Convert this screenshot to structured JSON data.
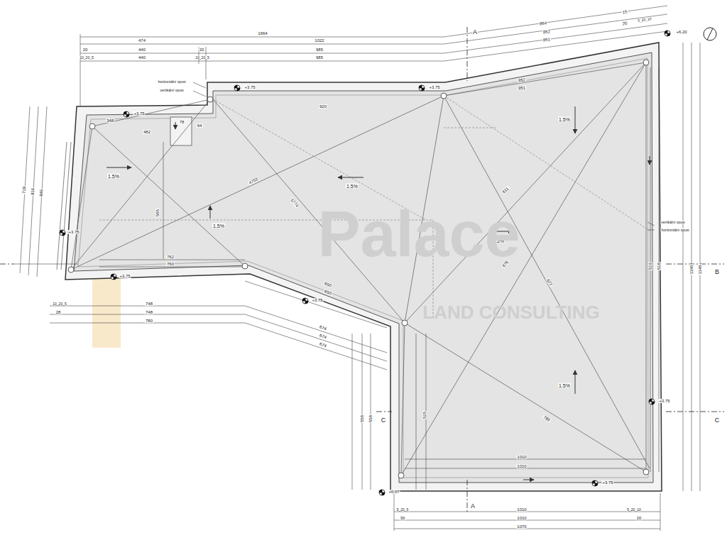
{
  "diagram": {
    "labels": [
      "1664",
      "474",
      "1022",
      "20",
      "440",
      "20",
      "985",
      "10_20_5",
      "440",
      "10_20_5",
      "985",
      "864",
      "15",
      "5_20_10",
      "852",
      "20",
      "851",
      "+6.20",
      "A",
      "A",
      "B",
      "C",
      "C",
      "horizontální spust",
      "vertikální vpust",
      "vertikální vpust",
      "horizontální spust",
      "+3.75",
      "+3.75",
      "+3.75",
      "+3.75",
      "+3.75",
      "+3.75",
      "+3.75",
      "+3.75",
      "+0.07",
      "1.5%",
      "1.5%",
      "1.5%",
      "1.5%",
      "1.5%",
      "1.5%",
      "920",
      "852",
      "851",
      "4703",
      "5774",
      "611",
      "878",
      "677",
      "789",
      "762",
      "760",
      "719",
      "816",
      "846",
      "348",
      "482",
      "78",
      "64",
      "10_20_5",
      "748",
      "28",
      "748",
      "780",
      "674",
      "674",
      "674",
      "650",
      "650",
      "5_20_5",
      "1010",
      "5_20_10",
      "30",
      "1010",
      "20",
      "1070",
      "1010",
      "1010",
      "1148",
      "1160",
      "516",
      "518",
      "585",
      "525",
      "558",
      "558",
      "Palace",
      "LAND CONSULTING"
    ]
  }
}
